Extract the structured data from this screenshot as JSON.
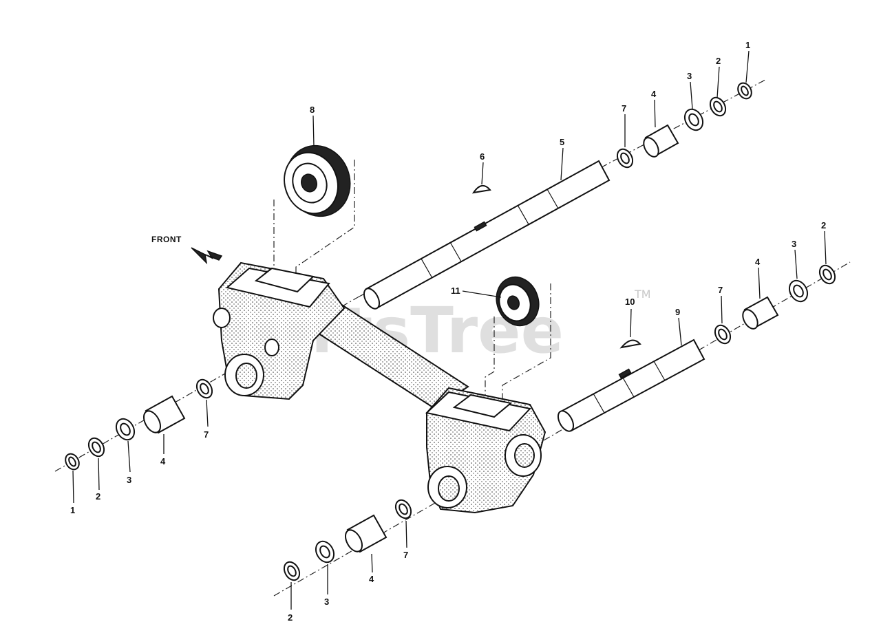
{
  "watermark": {
    "text": "PartsTree",
    "trademark": "TM"
  },
  "front_label": "FRONT",
  "callouts": {
    "c1_top": "1",
    "c2_top": "2",
    "c3_top": "3",
    "c4_top": "4",
    "c7_top": "7",
    "c5": "5",
    "c6": "6",
    "c8": "8",
    "c2_mid": "2",
    "c3_mid": "3",
    "c4_mid": "4",
    "c7_mid": "7",
    "c9": "9",
    "c10": "10",
    "c11": "11",
    "c7_left": "7",
    "c4_left": "4",
    "c3_left": "3",
    "c2_left": "2",
    "c1_left": "1",
    "c7_bot": "7",
    "c4_bot": "4",
    "c3_bot": "3",
    "c2_bot": "2"
  }
}
